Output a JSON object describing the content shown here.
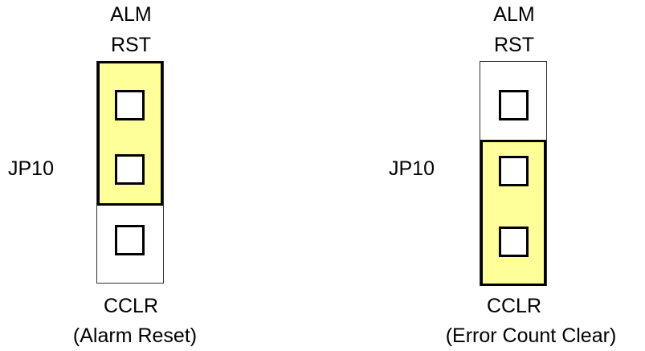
{
  "colors": {
    "jumper_fill": "#ffff99",
    "block_fill": "#ffffff",
    "outline": "#000000"
  },
  "left": {
    "top_label_1": "ALM",
    "top_label_2": "RST",
    "side_label": "JP10",
    "bottom_label": "CCLR",
    "caption": "(Alarm Reset)",
    "jumper_on": "ALM RST"
  },
  "right": {
    "top_label_1": "ALM",
    "top_label_2": "RST",
    "side_label": "JP10",
    "bottom_label": "CCLR",
    "caption": "(Error Count Clear)",
    "jumper_on": "CCLR"
  }
}
